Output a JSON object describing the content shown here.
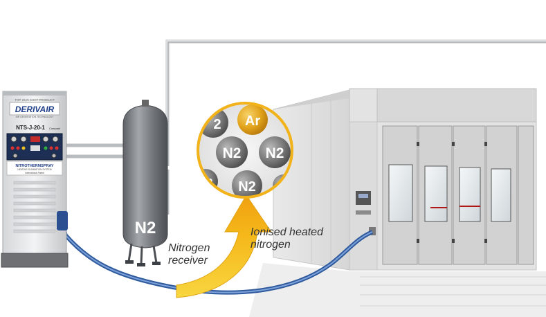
{
  "generator": {
    "brand": "DERIVAIR",
    "tagline": "AIR GENERATION TECHNOLOGY",
    "top_plate": "TOP GUN SHOT PRODUCT",
    "model": "NTS-J-20-1",
    "model_suffix": "Compact",
    "system_name": "NITROTHERMSPRAY",
    "system_sub": "HEATING ELIMINATION SYSTEM",
    "patent": "International Patent"
  },
  "receiver": {
    "tank_label": "N2",
    "caption_line1": "Nitrogen",
    "caption_line2": "receiver"
  },
  "flow": {
    "caption_line1": "Ionised heated",
    "caption_line2": "nitrogen"
  },
  "molecules": {
    "ar": "Ar",
    "n2": "N2",
    "n2_partial": "2"
  },
  "colors": {
    "tank": "#7d8185",
    "molecule_grey": "#8a8a8a",
    "molecule_argon": "#e2a31c",
    "arrow_yellow": "#f7c41a",
    "hose_blue": "#4a73b3",
    "pipe": "#b9bcbf",
    "booth_wall": "#dedede"
  }
}
